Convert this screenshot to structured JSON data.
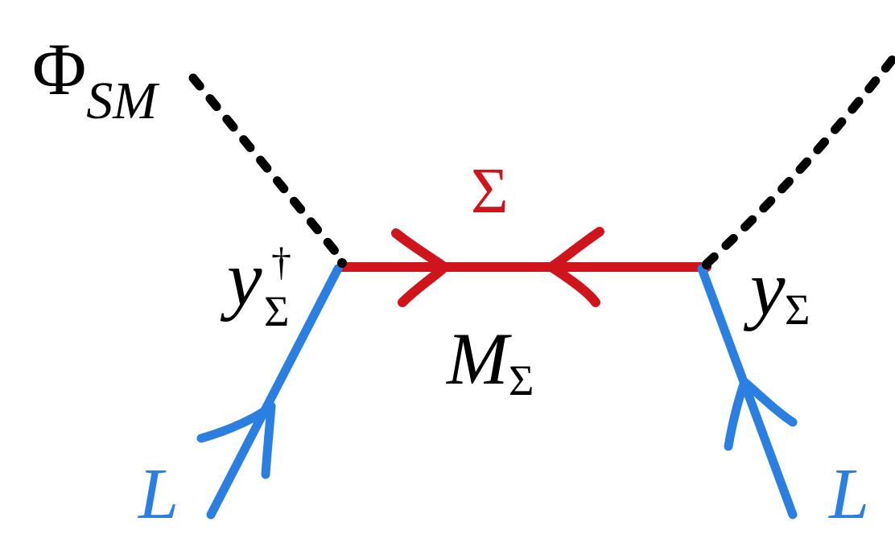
{
  "diagram": {
    "labels": {
      "phi": "Φ",
      "phi_sub": "SM",
      "sigma": "Σ",
      "y_left": "y",
      "y_left_sup": "†",
      "y_left_sub": "Σ",
      "y_right": "y",
      "y_right_sub": "Σ",
      "mass": "M",
      "mass_sub": "Σ",
      "lepton_left": "L",
      "lepton_right": "L"
    },
    "colors": {
      "scalar": "#000000",
      "fermion": "#d0141b",
      "lepton": "#2a7fe0",
      "text": "#000000",
      "background": "#ffffff"
    }
  }
}
